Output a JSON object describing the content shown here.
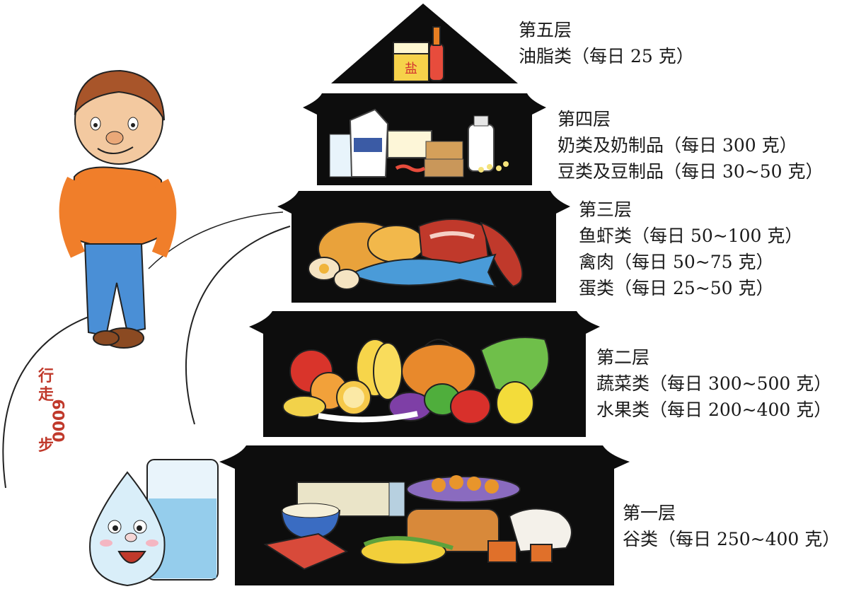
{
  "tiers": [
    {
      "id": "tier-5",
      "title": "第五层",
      "lines": [
        "油脂类（每日 25 克）"
      ]
    },
    {
      "id": "tier-4",
      "title": "第四层",
      "lines": [
        "奶类及奶制品（每日 300 克）",
        "豆类及豆制品（每日 30~50 克）"
      ]
    },
    {
      "id": "tier-3",
      "title": "第三层",
      "lines": [
        "鱼虾类（每日 50~100 克）",
        "禽肉（每日 50~75 克）",
        "蛋类（每日 25~50 克）"
      ]
    },
    {
      "id": "tier-2",
      "title": "第二层",
      "lines": [
        "蔬菜类（每日 300~500 克）",
        "水果类（每日 200~400 克）"
      ]
    },
    {
      "id": "tier-1",
      "title": "第一层",
      "lines": [
        "谷类（每日 250~400 克）"
      ]
    }
  ],
  "walk": {
    "char1": "行",
    "char2": "走",
    "num": "6000",
    "char3": "步"
  },
  "salt_label": "盐",
  "colors": {
    "pyramid": "#0d0d0d",
    "walk_text": "#c0392b",
    "salt": "#d32f2f"
  }
}
